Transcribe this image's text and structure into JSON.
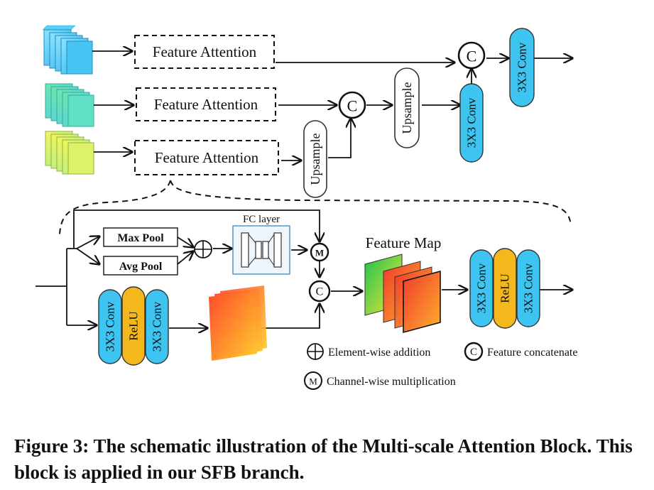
{
  "diagram": {
    "feature_attention_1": "Feature Attention",
    "feature_attention_2": "Feature Attention",
    "feature_attention_3": "Feature Attention",
    "upsample_1": "Upsample",
    "upsample_2": "Upsample",
    "conv_top_1": "3X3 Conv",
    "conv_top_2": "3X3 Conv",
    "concat_symbol": "C",
    "mult_symbol": "M",
    "max_pool": "Max Pool",
    "avg_pool": "Avg Pool",
    "fc_layer": "FC layer",
    "feature_map": "Feature Map",
    "conv_left_1": "3X3 Conv",
    "relu_left": "ReLU",
    "conv_left_2": "3X3 Conv",
    "conv_right_1": "3X3 Conv",
    "relu_right": "ReLU",
    "conv_right_2": "3X3 Conv"
  },
  "legend": {
    "addition": "Element-wise addition",
    "concat": "Feature concatenate",
    "multiplication": "Channel-wise multiplication"
  },
  "caption": "Figure 3: The schematic illustration of the Multi-scale Attention Block. This block is applied in our SFB branch.",
  "colors": {
    "conv": "#3EC4F0",
    "relu": "#F5B81C",
    "stack_blue": "#3EC4F0",
    "stack_cyan": "#5FE3C8",
    "stack_yellow": "#D8F060",
    "map_orange": "#F26A2C"
  }
}
